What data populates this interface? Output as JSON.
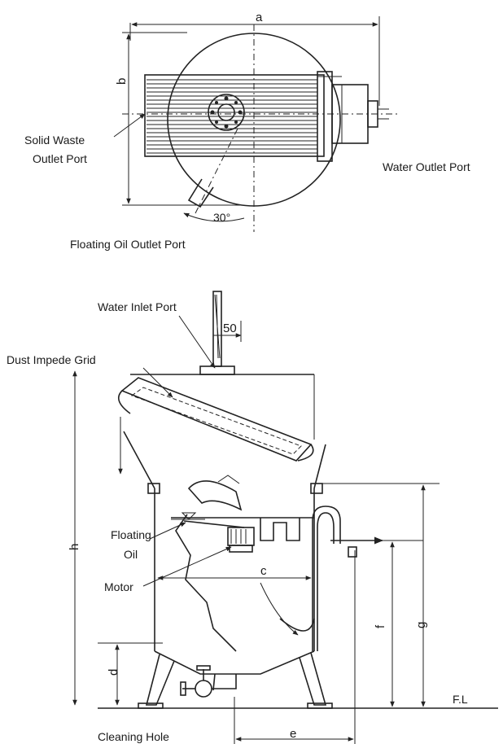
{
  "top_view": {
    "labels": {
      "solid_waste_outlet_port": [
        "Solid Waste",
        "Outlet Port"
      ],
      "water_outlet_port": "Water Outlet Port",
      "floating_oil_outlet_port": "Floating Oil Outlet Port",
      "angle": "30°"
    },
    "dimensions": {
      "a": "a",
      "b": "b"
    }
  },
  "side_view": {
    "labels": {
      "water_inlet_port": "Water Inlet Port",
      "dust_impede_grid": "Dust Impede Grid",
      "floating_oil": [
        "Floating",
        "Oil"
      ],
      "motor": "Motor",
      "cleaning_hole": "Cleaning Hole",
      "floor_level": "F.L"
    },
    "dimensions": {
      "c": "c",
      "d": "d",
      "e": "e",
      "f": "f",
      "g": "g",
      "h": "h",
      "offset_50": "50"
    }
  }
}
